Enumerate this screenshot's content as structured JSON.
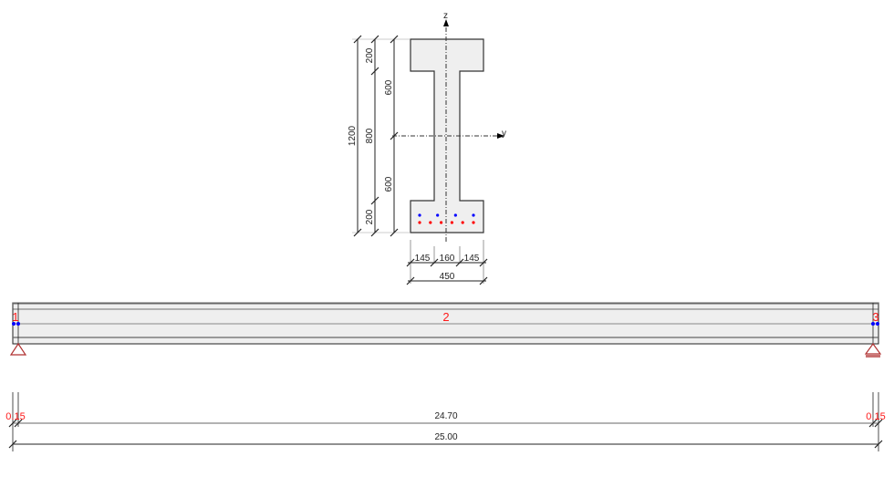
{
  "section": {
    "axis_z": "z",
    "axis_y": "y",
    "height_total": "1200",
    "height_parts": [
      "200",
      "800",
      "200"
    ],
    "half_parts": [
      "600",
      "600"
    ],
    "width_parts": [
      "145",
      "160",
      "145"
    ],
    "width_total": "450",
    "rebar_top_count": 4,
    "rebar_bottom_count": 6,
    "colors": {
      "section_fill": "#efefef",
      "rebar_top": "#0000ff",
      "rebar_bottom": "#ff0000"
    }
  },
  "beam": {
    "nodes": [
      "1",
      "2",
      "3"
    ],
    "dims_chain": [
      "0.15",
      "24.70",
      "0.15"
    ],
    "dim_total": "25.00",
    "colors": {
      "labels": "#ff1a1a",
      "support": "#b03030",
      "nodes": "#0000ff"
    }
  }
}
